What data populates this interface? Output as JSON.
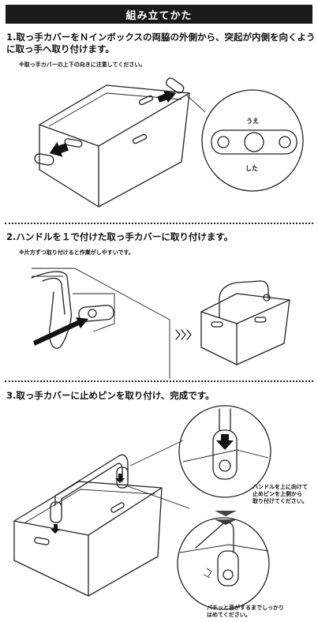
{
  "header": {
    "title": "組み立てかた"
  },
  "steps": [
    {
      "title_line1": "1.取っ手カバーをＮインボックスの両脇の外側から、突起が内側を向くように",
      "title_line2": "　取っ手へ取り付けます。",
      "note": "※取っ手カバーの上下の向きに注意してください。",
      "detail": {
        "top_label": "うえ",
        "bottom_label": "した"
      }
    },
    {
      "title_line1": "2.ハンドルを１で付けた取っ手カバーに取り付けます。",
      "note": "※片方ずつ取り付けると作業がしやすいです。",
      "transition_arrow": "›››"
    },
    {
      "title_line1": "3.取っ手カバーに止めピンを取り付け、完成です。",
      "caption_1": [
        "ハンドルを上に向けて",
        "止めピンを上側から",
        "取り付けてください。"
      ],
      "caption_2": [
        "パチッと音がするまでしっかり",
        "はめてください。"
      ]
    }
  ]
}
